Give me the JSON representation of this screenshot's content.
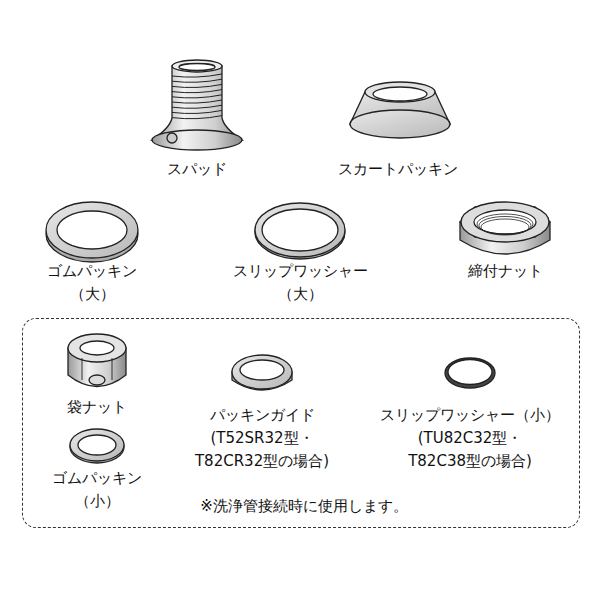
{
  "diagram": {
    "nodes": [
      {
        "text": [
          "※洗浄管接続時に使用します。"
        ]
      }
    ],
    "labels": [
      "スパッド",
      "スカートパッキン",
      "ゴムパッキン （大）",
      "スリップワッシャー （大）",
      "締付ナット",
      "袋ナット",
      "パッキンガイド (T52SR32型・ T82CR32型の場合)",
      "スリップワッシャー（小） (TU82C32型・ T82C38型の場合)",
      "ゴムパッキン （小）"
    ]
  }
}
